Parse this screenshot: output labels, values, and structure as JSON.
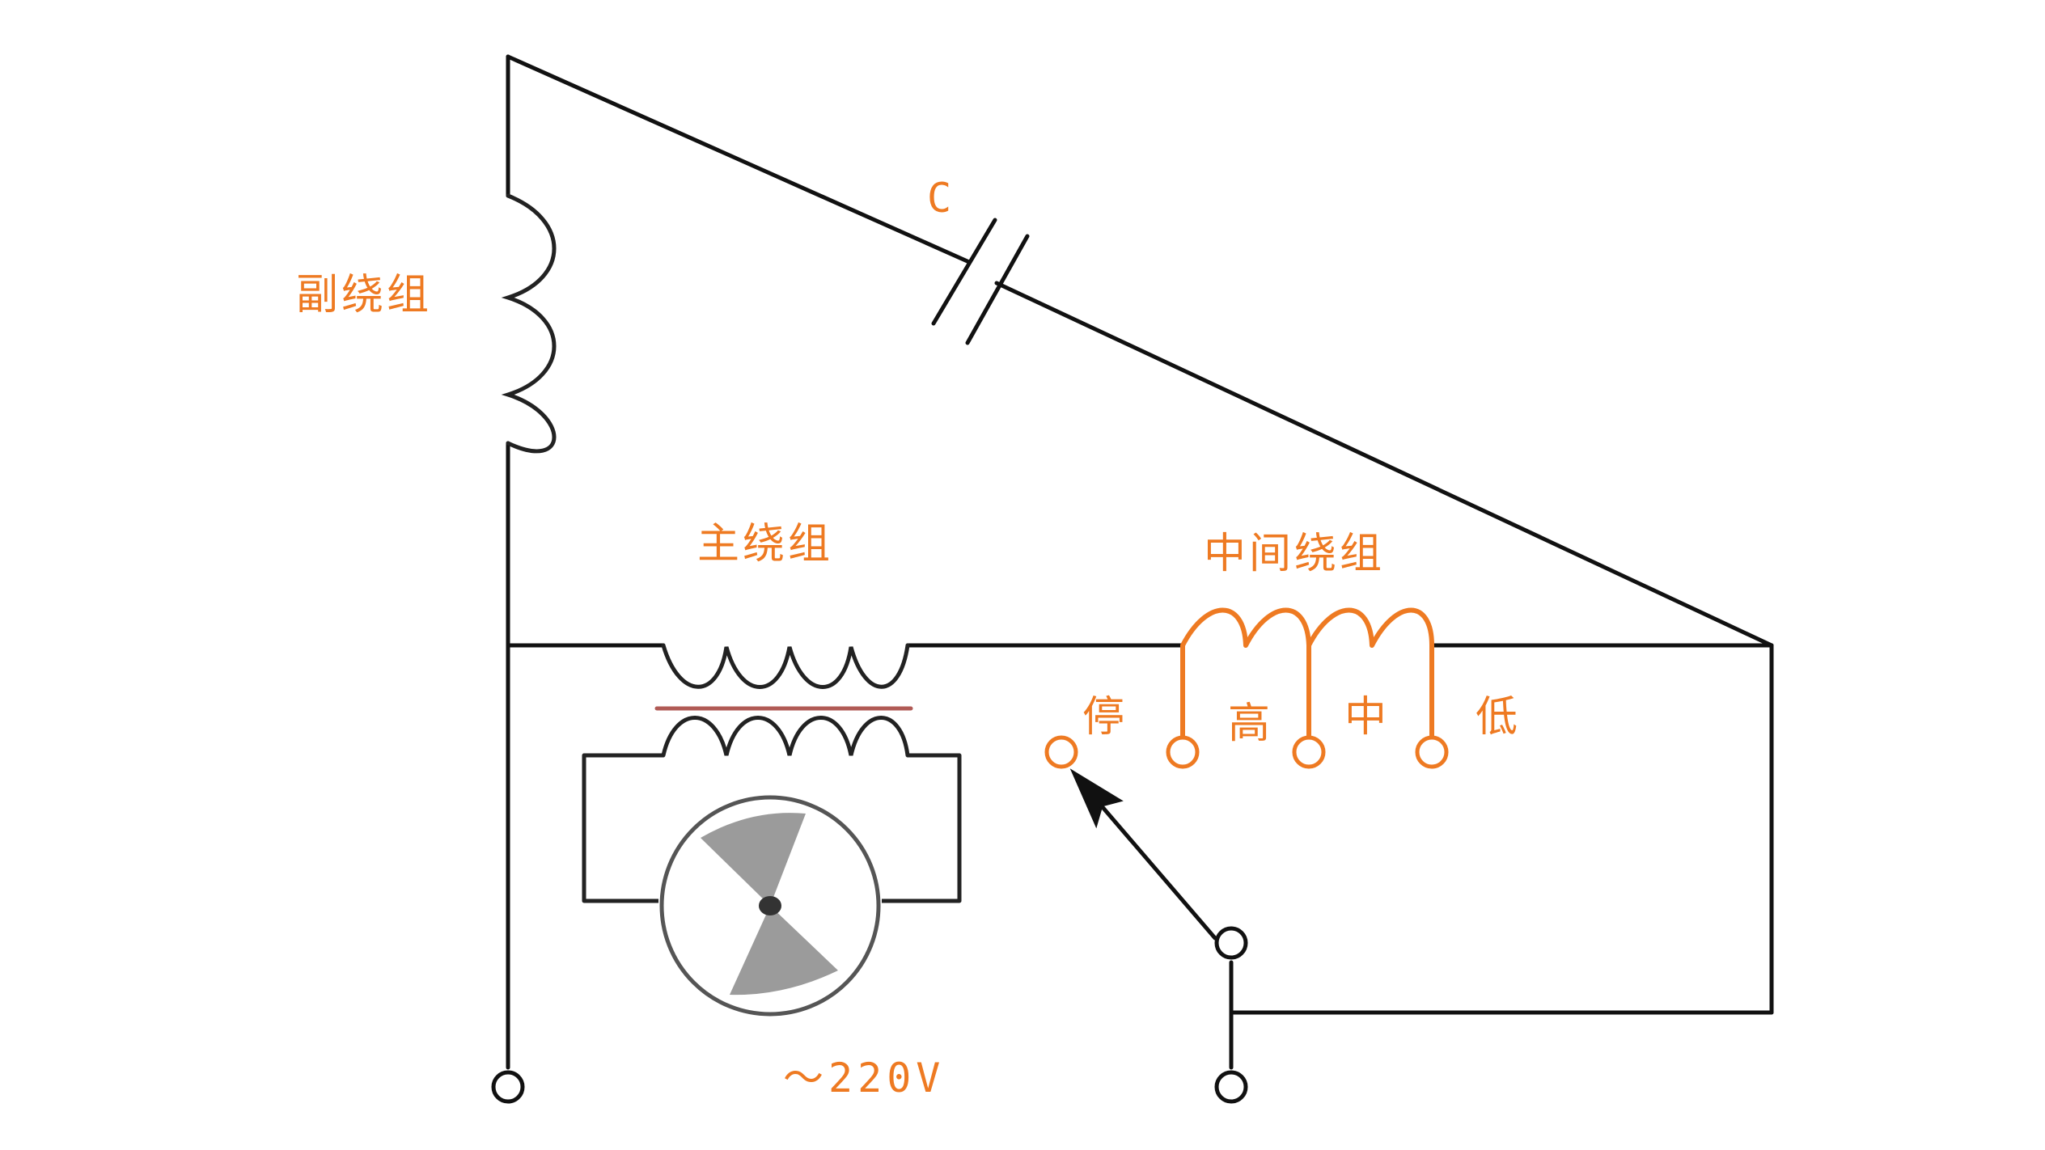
{
  "colors": {
    "wire": "#111111",
    "accent": "#ee7a22",
    "core": "#b05a55",
    "motor_outline": "#555555",
    "blade": "#9b9b9b"
  },
  "labels": {
    "aux_winding": "副绕组",
    "capacitor": "C",
    "main_winding": "主绕组",
    "middle_winding": "中间绕组",
    "stop": "停",
    "high": "高",
    "medium": "中",
    "low": "低",
    "supply": "～220V"
  }
}
